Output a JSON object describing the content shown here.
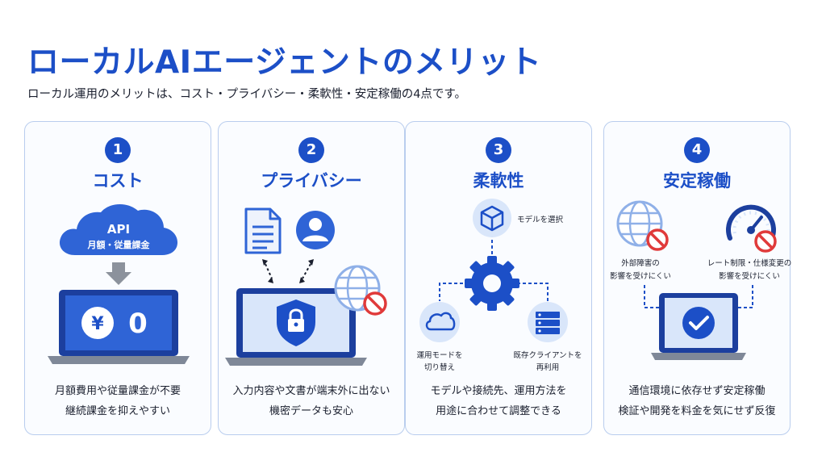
{
  "header": {
    "title": "ローカルAIエージェントのメリット",
    "subtitle": "ローカル運用のメリットは、コスト・プライバシー・柔軟性・安定稼働の4点です。"
  },
  "colors": {
    "accent": "#1c4fc7",
    "light": "#d9e6fa",
    "card_border": "#b9cdee",
    "prohibit": "#e03a3a"
  },
  "cards": [
    {
      "number": "1",
      "title": "コスト",
      "icons": [
        "cloud-icon",
        "arrow-down-icon",
        "laptop-icon",
        "yen-icon"
      ],
      "cloud_line1": "API",
      "cloud_line2": "月額・従量課金",
      "yen_symbol": "¥",
      "amount": "0",
      "desc_line1": "月額費用や従量課金が不要",
      "desc_line2": "継続課金を抑えやすい"
    },
    {
      "number": "2",
      "title": "プライバシー",
      "icons": [
        "document-icon",
        "user-icon",
        "laptop-icon",
        "shield-lock-icon",
        "globe-blocked-icon"
      ],
      "desc_line1": "入力内容や文書が端末外に出ない",
      "desc_line2": "機密データも安心"
    },
    {
      "number": "3",
      "title": "柔軟性",
      "icons": [
        "cube-icon",
        "gear-icon",
        "cloud-icon",
        "server-icon"
      ],
      "label_model": "モデルを選択",
      "label_mode_line1": "運用モードを",
      "label_mode_line2": "切り替え",
      "label_client_line1": "既存クライアントを",
      "label_client_line2": "再利用",
      "desc_line1": "モデルや接続先、運用方法を",
      "desc_line2": "用途に合わせて調整できる"
    },
    {
      "number": "4",
      "title": "安定稼働",
      "icons": [
        "globe-blocked-icon",
        "gauge-blocked-icon",
        "laptop-icon",
        "check-icon"
      ],
      "label_outage_line1": "外部障害の",
      "label_outage_line2": "影響を受けにくい",
      "label_rate_line1": "レート制限・仕様変更の",
      "label_rate_line2": "影響を受けにくい",
      "desc_line1": "通信環境に依存せず安定稼働",
      "desc_line2": "検証や開発を料金を気にせず反復"
    }
  ]
}
